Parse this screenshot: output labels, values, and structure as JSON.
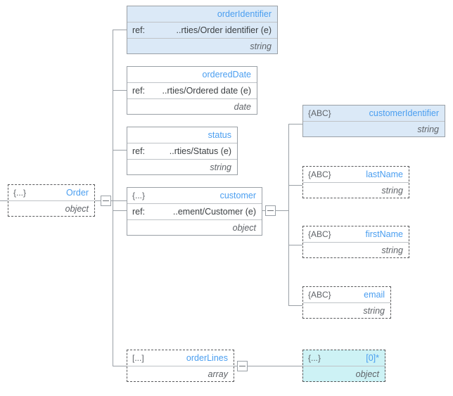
{
  "diagram": {
    "title": "JSON Schema tree diagram",
    "colors": {
      "accent_name": "#4a9ef0",
      "fill_blue": "#dbe9f7",
      "fill_cyan": "#cdf2f5",
      "line": "#9aa0a6",
      "type_text": "#5f6368"
    },
    "nodes": {
      "order": {
        "icon": "{...}",
        "name": "Order",
        "type": "object"
      },
      "order_identifier": {
        "name": "orderIdentifier",
        "ref_label": "ref:",
        "ref_value": "..rties/Order identifier (e)",
        "type": "string"
      },
      "ordered_date": {
        "name": "orderedDate",
        "ref_label": "ref:",
        "ref_value": "..rties/Ordered date (e)",
        "type": "date"
      },
      "status": {
        "name": "status",
        "ref_label": "ref:",
        "ref_value": "..rties/Status (e)",
        "type": "string"
      },
      "customer": {
        "icon": "{...}",
        "name": "customer",
        "ref_label": "ref:",
        "ref_value": "..ement/Customer (e)",
        "type": "object"
      },
      "customer_identifier": {
        "icon": "{ABC}",
        "name": "customerIdentifier",
        "type": "string"
      },
      "last_name": {
        "icon": "{ABC}",
        "name": "lastName",
        "type": "string"
      },
      "first_name": {
        "icon": "{ABC}",
        "name": "firstName",
        "type": "string"
      },
      "email": {
        "icon": "{ABC}",
        "name": "email",
        "type": "string"
      },
      "order_lines": {
        "icon": "[...]",
        "name": "orderLines",
        "type": "array"
      },
      "order_lines_item": {
        "icon": "{...}",
        "name": "[0]*",
        "type": "object"
      }
    },
    "toggles": {
      "order_toggle": "collapse-minus",
      "customer_toggle": "collapse-minus",
      "order_lines_toggle": "collapse-minus"
    }
  }
}
